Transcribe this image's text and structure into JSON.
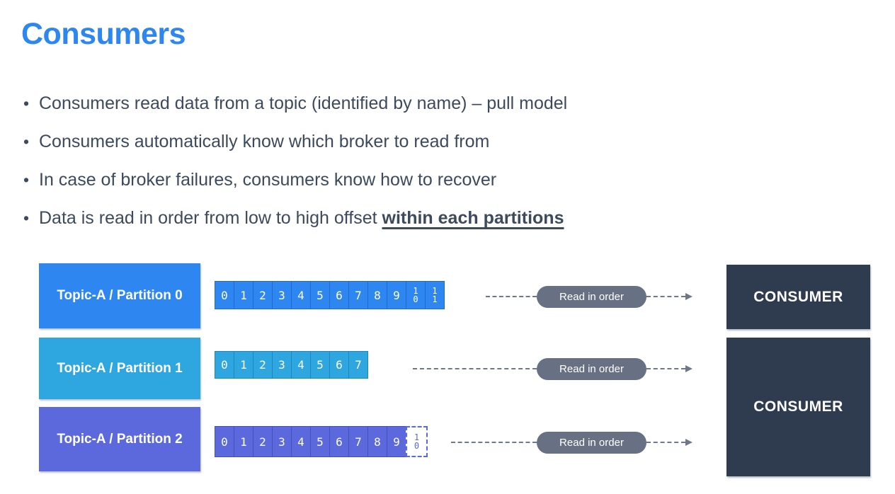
{
  "slide": {
    "title": "Consumers",
    "bullets": [
      {
        "text": "Consumers read data from a topic (identified by name) – pull model",
        "emphasis": ""
      },
      {
        "text": "Consumers automatically know which broker to read from",
        "emphasis": ""
      },
      {
        "text": "In case of broker failures, consumers know how to recover",
        "emphasis": ""
      },
      {
        "text": "Data is read in order from low to high offset ",
        "emphasis": "within each partitions"
      }
    ]
  },
  "colors": {
    "title": "#2e86f1",
    "body_text": "#3c4a5c",
    "partition0": "#2e86f1",
    "partition0_border": "#2069cf",
    "partition1": "#2ea7e0",
    "partition1_border": "#1c86bd",
    "partition2": "#5b69dd",
    "partition2_border": "#4350c0",
    "consumer": "#2f3b4e",
    "pill": "#677183",
    "dash": "#6f7888"
  },
  "diagram": {
    "partitions": [
      {
        "label": "Topic-A / Partition 0",
        "cells": [
          "0",
          "1",
          "2",
          "3",
          "4",
          "5",
          "6",
          "7",
          "8",
          "9",
          "10",
          "11"
        ],
        "ghost_cell": "",
        "pill": "Read in order"
      },
      {
        "label": "Topic-A / Partition 1",
        "cells": [
          "0",
          "1",
          "2",
          "3",
          "4",
          "5",
          "6",
          "7"
        ],
        "ghost_cell": "",
        "pill": "Read in order"
      },
      {
        "label": "Topic-A / Partition 2",
        "cells": [
          "0",
          "1",
          "2",
          "3",
          "4",
          "5",
          "6",
          "7",
          "8",
          "9"
        ],
        "ghost_cell": "10",
        "pill": "Read in order"
      }
    ],
    "consumers": [
      {
        "label": "CONSUMER"
      },
      {
        "label": "CONSUMER"
      }
    ]
  }
}
